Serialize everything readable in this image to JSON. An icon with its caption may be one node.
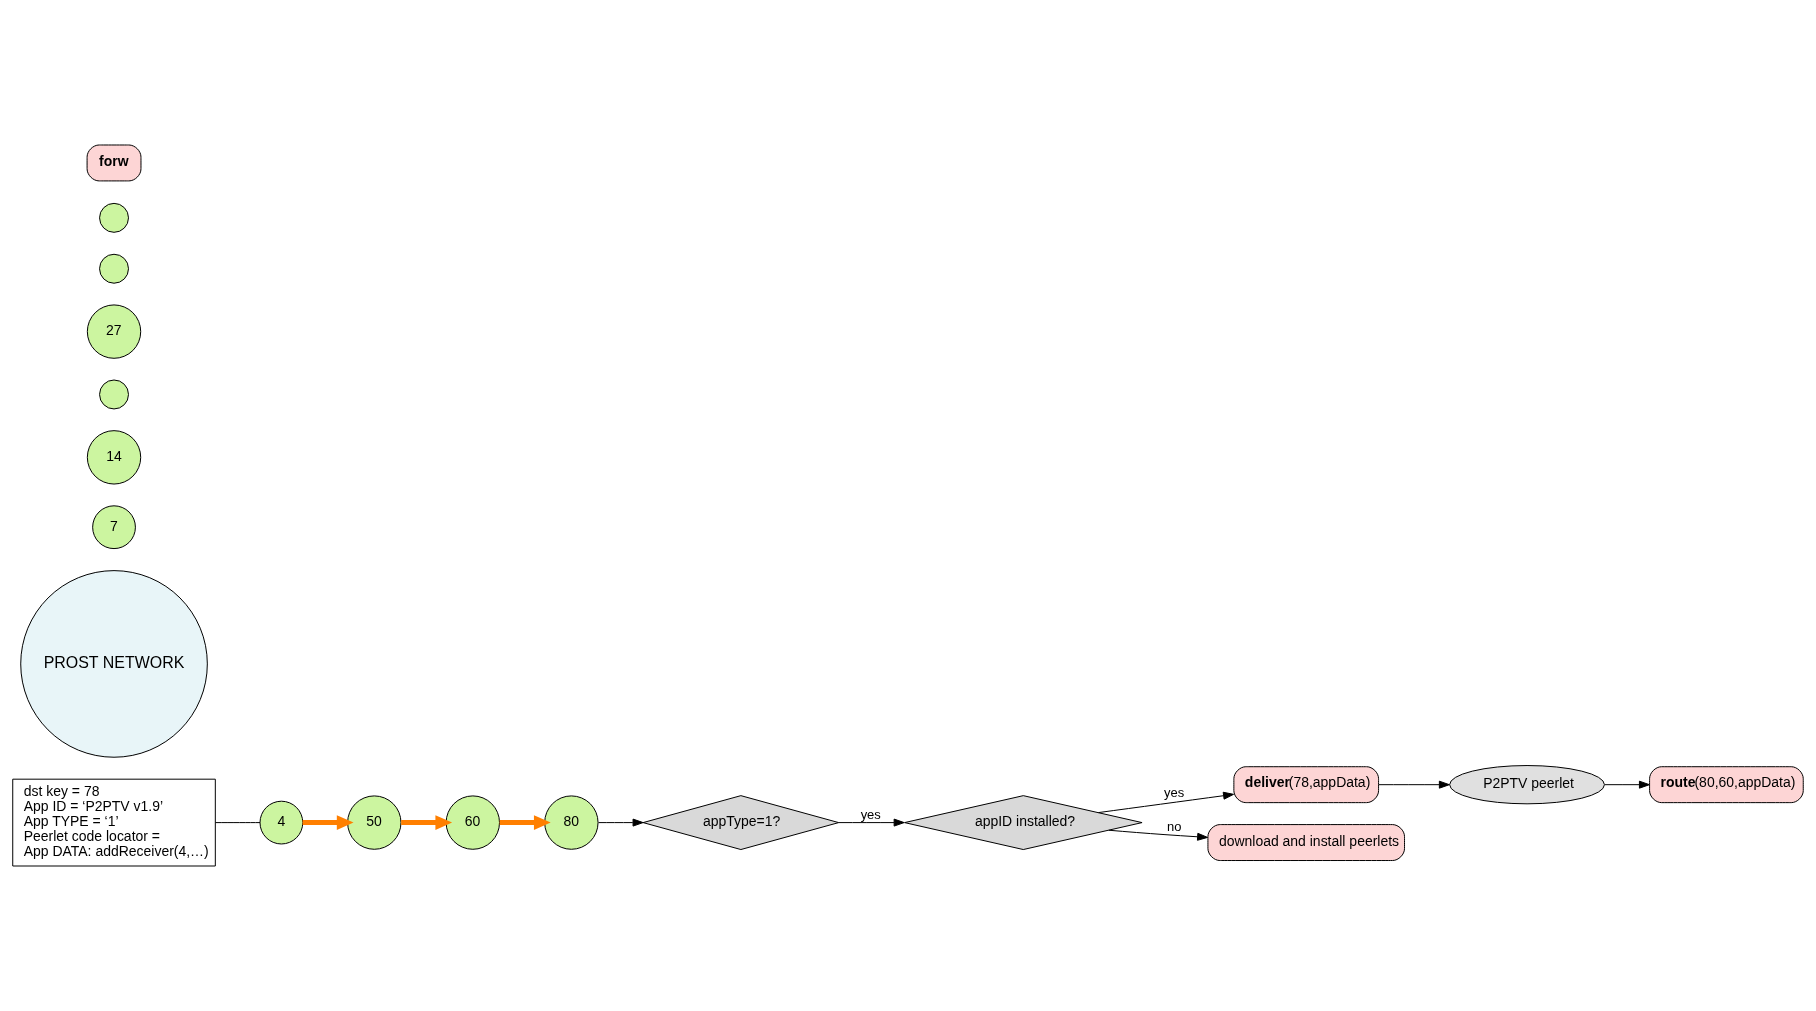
{
  "diagram": {
    "nodes": [
      {
        "text": [
          "dst key = 78",
          "App ID = ‘P2PTV v1.9’",
          "App TYPE = ‘1’",
          "Peerlet code locator =",
          "App DATA: addReceiver(4,…)"
        ]
      },
      {
        "text": [
          "P2PTV peerlet"
        ]
      },
      {
        "text": [
          "**route**(80,60,appData)"
        ]
      },
      {
        "text": [
          "PROST NETWORK"
        ]
      },
      {
        "text": [
          "4"
        ]
      },
      {
        "text": [
          "7"
        ]
      },
      {
        "text": [
          "14"
        ]
      },
      {
        "text": [],
        "shape": "circle"
      },
      {
        "text": [
          "27"
        ]
      },
      {
        "text": [],
        "shape": "circle"
      },
      {
        "text": [],
        "shape": "circle"
      },
      {
        "text": [
          "80"
        ]
      },
      {
        "text": [
          "**forw**"
        ]
      },
      {
        "text": [
          "**deliver**(78,appData)"
        ]
      },
      {
        "text": [
          "download and install peerlets"
        ]
      },
      {
        "text": [
          "60"
        ]
      },
      {
        "text": [
          "appType=1?"
        ]
      },
      {
        "text": [
          "50"
        ]
      },
      {
        "text": [
          "appID installed?"
        ]
      }
    ],
    "edges": [
      {
        "from": 0,
        "to": 4,
        "arrow": "none"
      },
      {
        "from": 4,
        "to": 17,
        "arrow": "to",
        "style": "thick",
        "color": "#ff7f00"
      },
      {
        "from": 17,
        "to": 15,
        "arrow": "to",
        "style": "thick",
        "color": "#ff7f00"
      },
      {
        "from": 15,
        "to": 11,
        "arrow": "to",
        "style": "thick",
        "color": "#ff7f00"
      },
      {
        "from": 11,
        "to": 16,
        "arrow": "to"
      },
      {
        "from": 16,
        "to": 18,
        "arrow": "to",
        "label": "yes"
      },
      {
        "from": 18,
        "to": 14,
        "arrow": "to",
        "label": "no"
      },
      {
        "from": 18,
        "to": 13,
        "arrow": "to",
        "label": "yes"
      },
      {
        "from": 13,
        "to": 1,
        "arrow": "to"
      },
      {
        "from": 1,
        "to": 2,
        "arrow": "to"
      }
    ]
  }
}
